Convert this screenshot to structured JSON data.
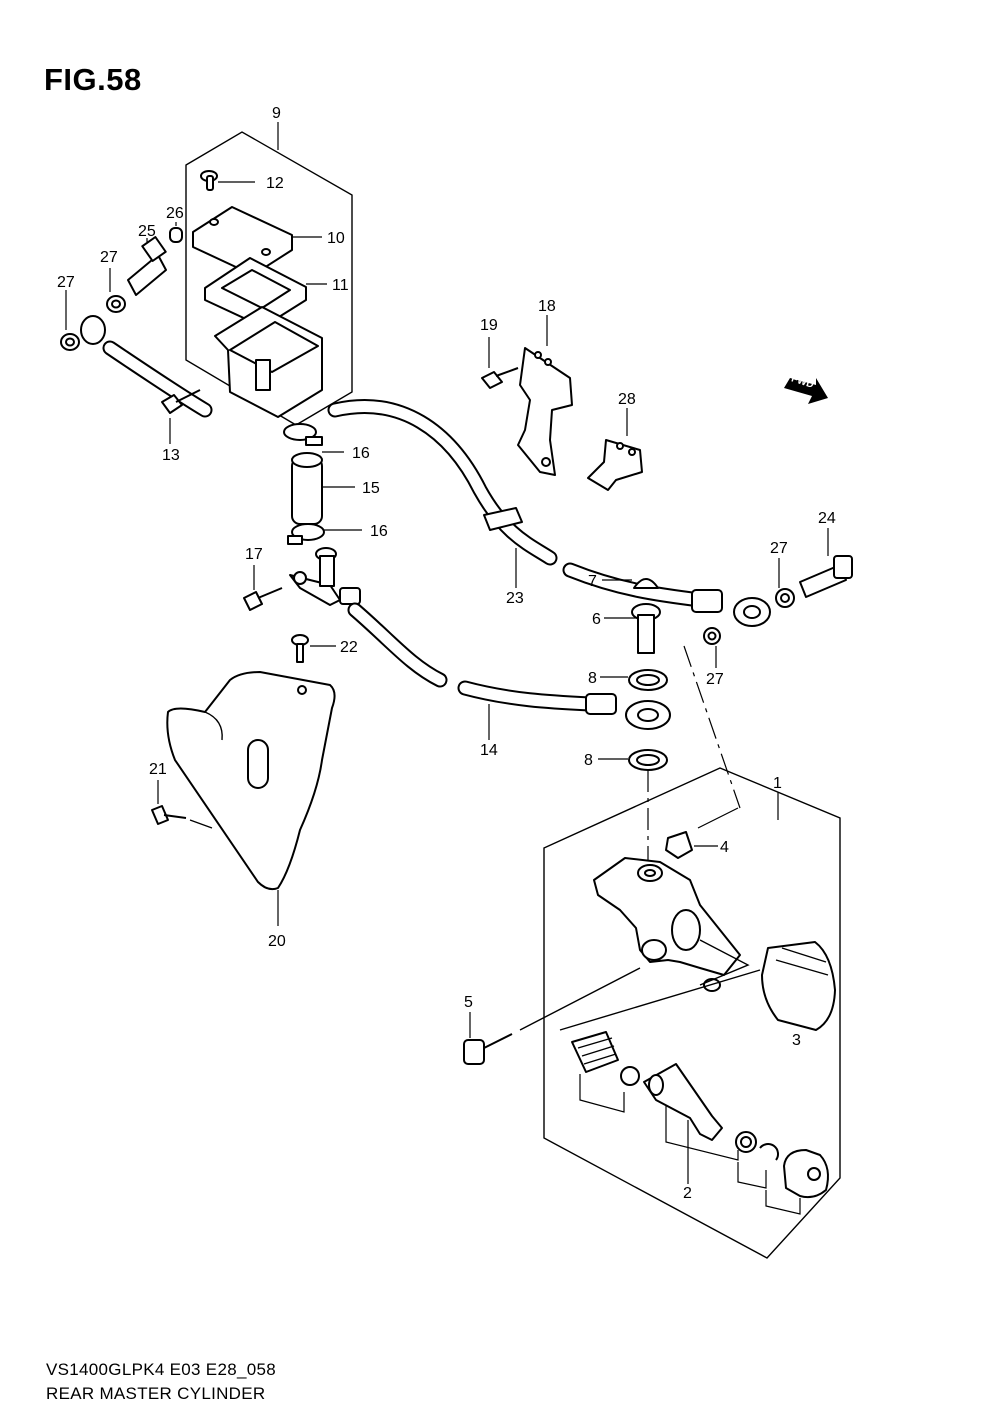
{
  "figure": {
    "title": "FIG.58"
  },
  "footer": {
    "model_code": "VS1400GLPK4 E03 E28_058",
    "assembly_name": "REAR MASTER CYLINDER"
  },
  "fwd_marker": {
    "text": "FWD",
    "icon": "fwd-arrow-icon"
  },
  "callouts": {
    "p1": "1",
    "p2": "2",
    "p3": "3",
    "p4": "4",
    "p5": "5",
    "p6": "6",
    "p7": "7",
    "p8a": "8",
    "p8b": "8",
    "p9": "9",
    "p10": "10",
    "p11": "11",
    "p12": "12",
    "p13": "13",
    "p14": "14",
    "p15": "15",
    "p16a": "16",
    "p16b": "16",
    "p17": "17",
    "p18": "18",
    "p19": "19",
    "p20": "20",
    "p21": "21",
    "p22": "22",
    "p23": "23",
    "p24": "24",
    "p25": "25",
    "p26": "26",
    "p27a": "27",
    "p27b": "27",
    "p27c": "27",
    "p27d": "27",
    "p28": "28"
  }
}
